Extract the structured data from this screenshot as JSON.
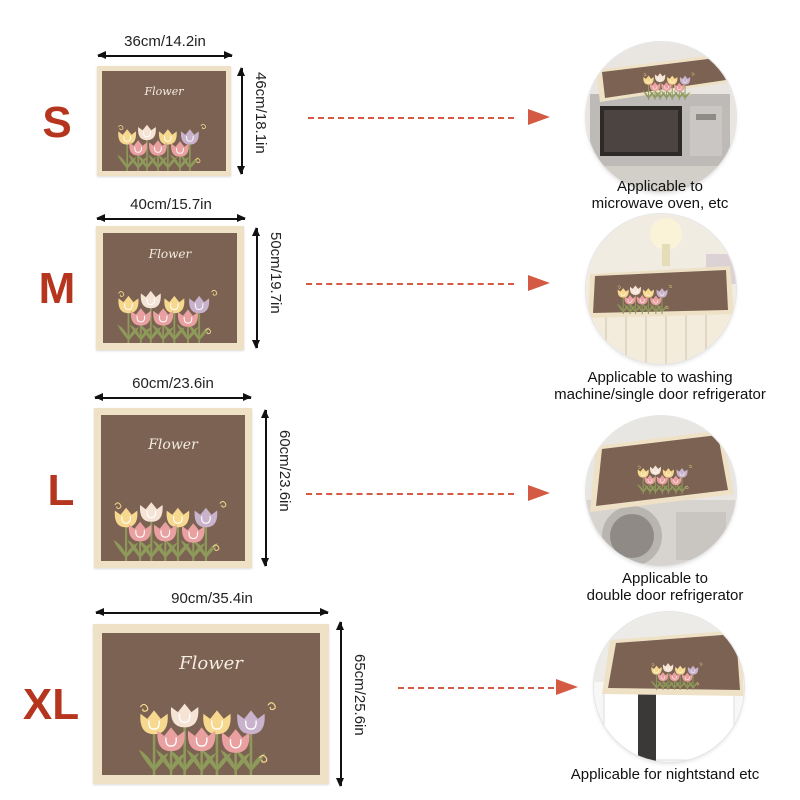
{
  "items": [
    {
      "size": "S",
      "width": "36cm/14.2in",
      "height": "46cm/18.1in",
      "mat_text": "Flower",
      "caption_line1": "Applicable to",
      "caption_line2": "microwave oven, etc"
    },
    {
      "size": "M",
      "width": "40cm/15.7in",
      "height": "50cm/19.7in",
      "mat_text": "Flower",
      "caption_line1": "Applicable to washing",
      "caption_line2": "machine/single door refrigerator"
    },
    {
      "size": "L",
      "width": "60cm/23.6in",
      "height": "60cm/23.6in",
      "mat_text": "Flower",
      "caption_line1": "Applicable to",
      "caption_line2": "double door refrigerator"
    },
    {
      "size": "XL",
      "width": "90cm/35.4in",
      "height": "65cm/25.6in",
      "mat_text": "Flower",
      "caption_line1": "Applicable for nightstand etc",
      "caption_line2": ""
    }
  ],
  "colors": {
    "size_letter": "#b5351f",
    "arrow": "#d55a44",
    "mat_border": "#efe1c6",
    "mat_fill": "#7c6252",
    "tulip_yellow": "#f6d88f",
    "tulip_cream": "#f5e4d6",
    "tulip_pink": "#e9a0a0",
    "tulip_lilac": "#c9b2cc",
    "leaf": "#8d9a5a"
  },
  "icons": [
    "tulip-icon",
    "dimension-arrow-icon",
    "dashed-arrow-icon"
  ]
}
